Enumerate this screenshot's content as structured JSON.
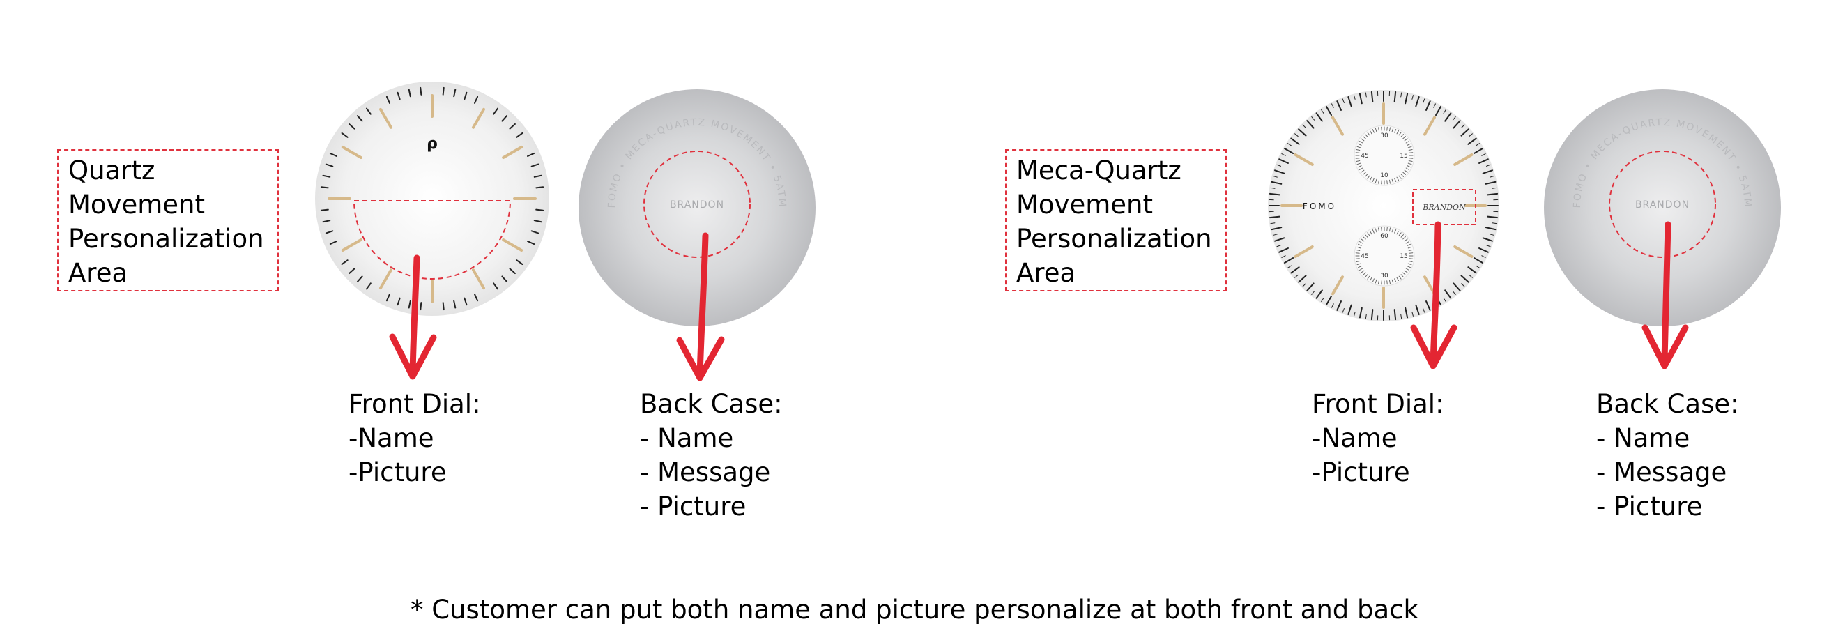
{
  "left": {
    "area_label": [
      "Quartz",
      "Movement",
      "Personalization",
      "Area"
    ],
    "front_dial": {
      "brand_mark": "ρ",
      "caption": [
        "Front Dial:",
        "-Name",
        "-Picture"
      ]
    },
    "back_case": {
      "engraving_ring": "FOMO • MECA-QUARTZ MOVEMENT • 5ATM",
      "name": "BRANDON",
      "caption": [
        "Back Case:",
        "- Name",
        "- Message",
        "- Picture"
      ]
    }
  },
  "right": {
    "area_label": [
      "Meca-Quartz",
      "Movement",
      "Personalization",
      "Area"
    ],
    "front_dial": {
      "brand": "FOMO",
      "name": "BRANDON",
      "subdial_top": [
        "30",
        "15",
        "10",
        "45"
      ],
      "subdial_bottom": [
        "60",
        "15",
        "30",
        "45"
      ],
      "caption": [
        "Front Dial:",
        "-Name",
        "-Picture"
      ]
    },
    "back_case": {
      "engraving_ring": "FOMO • MECA-QUARTZ MOVEMENT • 5ATM",
      "name": "BRANDON",
      "caption": [
        "Back Case:",
        "- Name",
        "- Message",
        "- Picture"
      ]
    }
  },
  "footnote": "* Customer can put both name and picture personalize at both front and back",
  "colors": {
    "accent_red": "#e0313d",
    "gold_marker": "#d6b98a",
    "case_grey": "#c9cacc"
  }
}
